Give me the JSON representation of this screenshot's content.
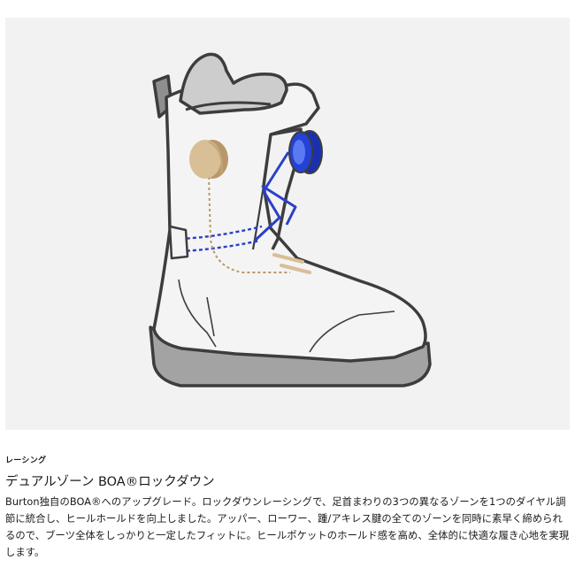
{
  "feature": {
    "eyebrow": "レーシング",
    "title": "デュアルゾーン BOA®ロックダウン",
    "description": "Burton独自のBOA®へのアップグレード。ロックダウンレーシングで、足首まわりの3つの異なるゾーンを1つのダイヤル調節に統合し、ヒールホールドを向上しました。アッパー、ローワー、踵/アキレス腱の全てのゾーンを同時に素早く締められるので、ブーツ全体をしっかりと一定したフィットに。ヒールポケットのホールド感を高め、全体的に快適な履き心地を実現します。"
  },
  "colors": {
    "panel_bg": "#f2f2f2",
    "outline": "#3d3d3d",
    "boot_body": "#f4f4f4",
    "sole": "#a3a3a3",
    "liner_gray": "#cdcdcd",
    "heel_tab": "#8f8f8f",
    "boa_blue": "#2442d8",
    "boa_blue_light": "#5b79f0",
    "lace_blue": "#2a3fc8",
    "heel_tan": "#d8bf95",
    "heel_tan_dark": "#b8986a"
  }
}
